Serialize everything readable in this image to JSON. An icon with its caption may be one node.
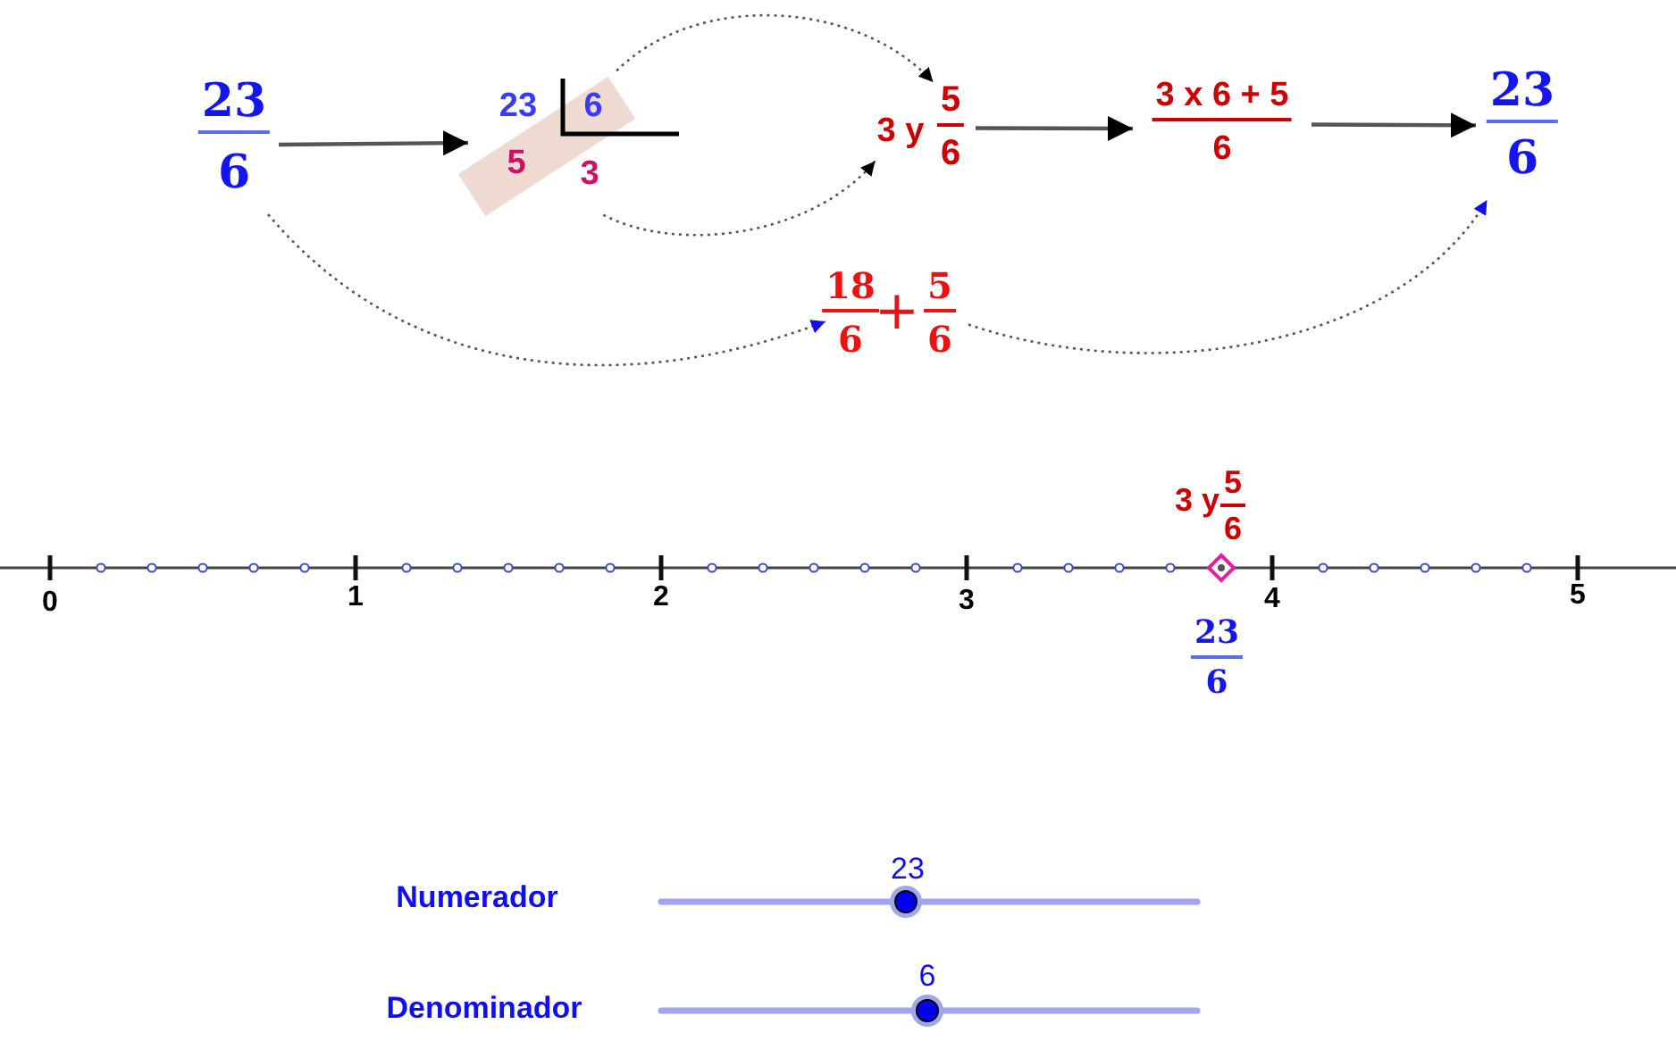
{
  "diagram": {
    "nodes": [
      {
        "text": [
          "23",
          "6"
        ]
      },
      {
        "text": [
          "23",
          "6",
          "5",
          "3"
        ]
      },
      {
        "text": [
          "3 y",
          "5",
          "6"
        ]
      },
      {
        "text": [
          "3 x 6 + 5",
          "6"
        ]
      },
      {
        "text": [
          "23",
          "6"
        ]
      },
      {
        "text": [
          "18",
          "6",
          "+",
          "5",
          "6"
        ]
      }
    ],
    "edges": [
      {
        "from": 0,
        "to": 1,
        "arrow": "to"
      },
      {
        "from": 1,
        "to": 2,
        "arrow": "to",
        "style": "dashed"
      },
      {
        "from": 1,
        "to": 2,
        "arrow": "to",
        "style": "dashed"
      },
      {
        "from": 2,
        "to": 3,
        "arrow": "to"
      },
      {
        "from": 3,
        "to": 4,
        "arrow": "to"
      },
      {
        "from": 0,
        "to": 5,
        "arrow": "to",
        "style": "dashed"
      },
      {
        "from": 5,
        "to": 4,
        "arrow": "to",
        "style": "dashed"
      }
    ],
    "labels": [
      "3 y",
      "5",
      "6",
      "0",
      "1",
      "2",
      "3",
      "4",
      "5",
      "23",
      "6",
      "Numerador",
      "23",
      "Denominador",
      "6"
    ]
  }
}
